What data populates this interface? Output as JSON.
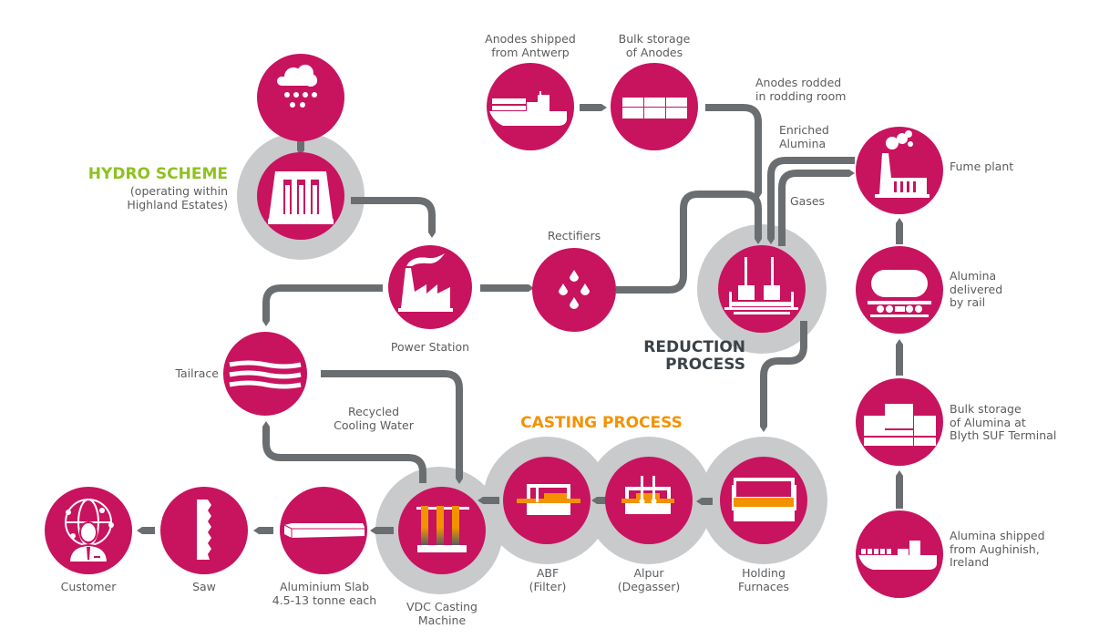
{
  "colors": {
    "node_fill": "#c8135f",
    "ring": "#c8cacc",
    "pipe": "#6b6e70",
    "hydro_title": "#8dc21f",
    "casting_title": "#f39200",
    "reduction_title": "#3b4247",
    "label_text": "#5a5c5f",
    "molten": "#f39200"
  },
  "sections": {
    "hydro": {
      "title": "HYDRO SCHEME",
      "subtitle": "(operating within\nHighland Estates)"
    },
    "reduction": {
      "title": "REDUCTION\nPROCESS"
    },
    "casting": {
      "title": "CASTING PROCESS"
    }
  },
  "nodes": [
    {
      "id": "rain",
      "label": "",
      "icon": "rain-cloud-icon"
    },
    {
      "id": "dam",
      "label": "",
      "icon": "dam-icon"
    },
    {
      "id": "power",
      "label": "Power Station",
      "icon": "factory-icon"
    },
    {
      "id": "rectifiers",
      "label": "Rectifiers",
      "icon": "droplets-icon"
    },
    {
      "id": "tailrace",
      "label": "Tailrace",
      "icon": "waves-icon"
    },
    {
      "id": "anodes_ship",
      "label": "Anodes shipped\nfrom Antwerp",
      "icon": "cargo-ship-icon"
    },
    {
      "id": "anodes_storage",
      "label": "Bulk storage\nof Anodes",
      "icon": "storage-blocks-icon"
    },
    {
      "id": "reduction",
      "label": "",
      "icon": "reduction-cell-icon"
    },
    {
      "id": "fume",
      "label": "Fume plant",
      "icon": "fume-plant-icon"
    },
    {
      "id": "rail",
      "label": "Alumina\ndelivered\nby rail",
      "icon": "rail-tanker-icon"
    },
    {
      "id": "alumina_storage",
      "label": "Bulk storage\nof Alumina at\nBlyth SUF Terminal",
      "icon": "silos-icon"
    },
    {
      "id": "alumina_ship",
      "label": "Alumina shipped\nfrom Aughinish,\nIreland",
      "icon": "cargo-ship-icon"
    },
    {
      "id": "holding",
      "label": "Holding\nFurnaces",
      "icon": "furnace-icon"
    },
    {
      "id": "alpur",
      "label": "Alpur\n(Degasser)",
      "icon": "degasser-icon"
    },
    {
      "id": "abf",
      "label": "ABF\n(Filter)",
      "icon": "filter-icon"
    },
    {
      "id": "vdc",
      "label": "VDC Casting\nMachine",
      "icon": "casting-machine-icon"
    },
    {
      "id": "slab",
      "label": "Aluminium Slab\n4.5-13 tonne each",
      "icon": "slab-icon"
    },
    {
      "id": "saw",
      "label": "Saw",
      "icon": "saw-icon"
    },
    {
      "id": "customer",
      "label": "Customer",
      "icon": "customer-globe-icon"
    }
  ],
  "flow_labels": {
    "anodes_rodded": "Anodes rodded\nin rodding room",
    "enriched_alumina": "Enriched\nAlumina",
    "gases": "Gases",
    "recycled_water": "Recycled\nCooling Water"
  }
}
